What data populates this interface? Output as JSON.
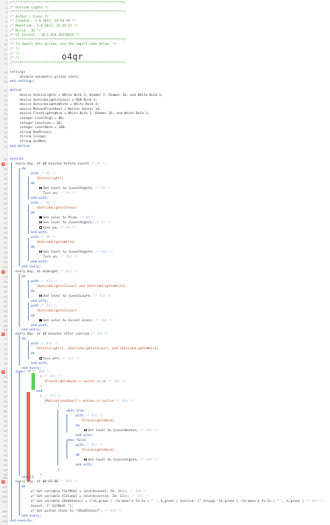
{
  "header": {
    "l1": "/**********************************************************/",
    "l2": "/* Outside Lights                                         */",
    "l3": "/**********************************************************/",
    "l4": "/* Author     : Einar                                     */",
    "l5": "/* Created    : 2.6.2017, 19:54:19                        */",
    "l6": "/* Modified   : 5.6.2017, 21:55:57                        */",
    "l7": "/* Build      : 35                                        */",
    "l8": "/* UI version : v0.2.0cb.20170629                         */",
    "l9": "/**********************************************************/",
    "l10": "/* To import this piston, use the import code below:     */",
    "l11": "/*                                                        */",
    "l12": "/*                                                        */",
    "l13": "/*                                                        */",
    "l14": "/**********************************************************/",
    "import_code": "o4qr"
  },
  "settings": {
    "l16": "settings",
    "l17": "disable automatic piston state;",
    "l18": "end settings;"
  },
  "define": {
    "l20": "define",
    "l21": "device StaticLights = White Bulb 2, Dimmer 7, Dimmer 16, and White Bulb 1;",
    "l22": "device OutsideLightsColour = RGB Bulb 4;",
    "l23": "device OutsideLightsWhite = White Bulb 3;",
    "l24": "device MotionFrontDoor = Motion Sensor 14;",
    "l25": "device FrontLightsWarm = White Bulb 2, Dimmer 16, and White Bulb 1;",
    "l26": "integer LevelHigh = 80;",
    "l27": "integer LevelLow = 10;",
    "l28": "integer LevelWarm = 100;",
    "l29": "string RedStatus;",
    "l30": "string Colopp;",
    "l31": "string SolMed;",
    "l32": "end define;"
  },
  "execute": {
    "l34": "execute",
    "l35": "every day, at 60 minutes before sunset",
    "l35a": "/* #1 */",
    "l36": "do",
    "l37": "with",
    "l37a": "/* #2 */",
    "l38": "{StaticLights}",
    "l39": "do",
    "l40": "Set level to {LevelHigh}%;",
    "l40a": "/* #3 */",
    "l41": "Turn on;",
    "l41a": "/* #4 */",
    "l42": "end with;",
    "l43": "with",
    "l43a": "/* #5 */",
    "l44": "{OutsideLightsColour}",
    "l45": "do",
    "l46": "Set color to Plum;",
    "l46a": "/* #6 */",
    "l47": "Set level to {LevelHigh}%;",
    "l47a": "/* #7 */",
    "l48": "Turn on;",
    "l48a": "/* #8 */",
    "l49": "end with;",
    "l50": "with",
    "l50a": "/* #9 */",
    "l51": "{OutsideLightsWhite}",
    "l52": "do",
    "l53": "Set level to {LevelHigh}%;",
    "l53a": "/* #10 */",
    "l54": "Turn on;",
    "l54a": "/* #11 */",
    "l55": "end with;",
    "l56": "end every;",
    "l57": "every day, at midnight",
    "l57a": "/* #12 */",
    "l58": "do",
    "l59": "with",
    "l59a": "/* #13 */",
    "l60": "{OutsideLightsColour} and {OutsideLightsWhite}",
    "l61": "do",
    "l62": "Set level to {LevelLow}%;",
    "l62a": "/* #14 */",
    "l63": "end with;",
    "l64": "with",
    "l64a": "/* #15 */",
    "l65": "{OutsideLightsColour}",
    "l66": "do",
    "l67": "Set color to Forest Green;",
    "l67a": "/* #16 */",
    "l68": "end with;",
    "l69": "end every;",
    "l70": "every day, at 40 minutes after sunrise",
    "l70a": "/* #16 */",
    "l71": "do",
    "l72": "with",
    "l72a": "/* #16 */",
    "l73": "{StaticLights}, {OutsideLightsColour}, and {OutsideLightsWhite}",
    "l74": "do",
    "l75": "Turn off;",
    "l75a": "/* #17 */",
    "l76": "end with;",
    "l77": "end every;",
    "l78": "swyer if",
    "l78a": "/* #80 */",
    "l79": "(",
    "l79a": "/* #31 */",
    "l80": "{FrontLightsWarm}'s switch is on",
    "l80a": "/* #32 */",
    "l81": ")",
    "l82": "end",
    "l83": "(",
    "l83a": "/* #33 */",
    "l84": "{MotionFrontDoor}'s motion is active",
    "l84a": "/* #34 */",
    "l85": "(",
    "l86": "when true",
    "l87": "with",
    "l87a": "/* #35 */",
    "l88": "{FrontLightsWarm}",
    "l89": "do",
    "l90": "Set level to {LevelWarm}%;",
    "l90a": "/* #36 */",
    "l91": "end with;",
    "l92": "when false",
    "l93": "with",
    "l93a": "/* #37 */",
    "l94": "{FrontLightsWarm}",
    "l95": "do",
    "l96": "Set level to {LevelHigh}%;",
    "l96a": "/* #38 */",
    "l97": "end with;",
    "l98": ")",
    "l99": ")",
    "l100": "end if;",
    "l101": "every day, at 00:01:00",
    "l101a": "/* #39 */",
    "l102": "do",
    "l103": "Set variable {SolMed} = (mid($sunset, 10, 11));",
    "l103a": "/* #40 */",
    "l104": "Set variable {Colopp} = (mid($sunrise, 10, 11));",
    "l104a": "/* #41 */",
    "l105": "Set variable {RedStatus} = (\"<b,green | :fa-moon-o fa-2x:| \" ', b,green | Sunrise: [\" Colopp \"]b,green | :fa-moon-o fa-2x:| \" ', b,green |",
    "l105a": "/* #42 */",
    "l106": "Sunset: [\" SolMed] \");",
    "l107": "Set piston state to \"{RedStatus}\";",
    "l107a": "/* #43 */",
    "l108": "end every;",
    "l109": "end execute;"
  },
  "colors": {
    "comment": "#3a8a2a",
    "keyword": "#1f4fb0",
    "variable": "#b54a1e",
    "rail": "#5b80c7",
    "condition_true": "#5fcf5f",
    "condition_false": "#f06060"
  },
  "icons": [
    "bars-icon",
    "color-swatch-icon",
    "power-icon"
  ]
}
